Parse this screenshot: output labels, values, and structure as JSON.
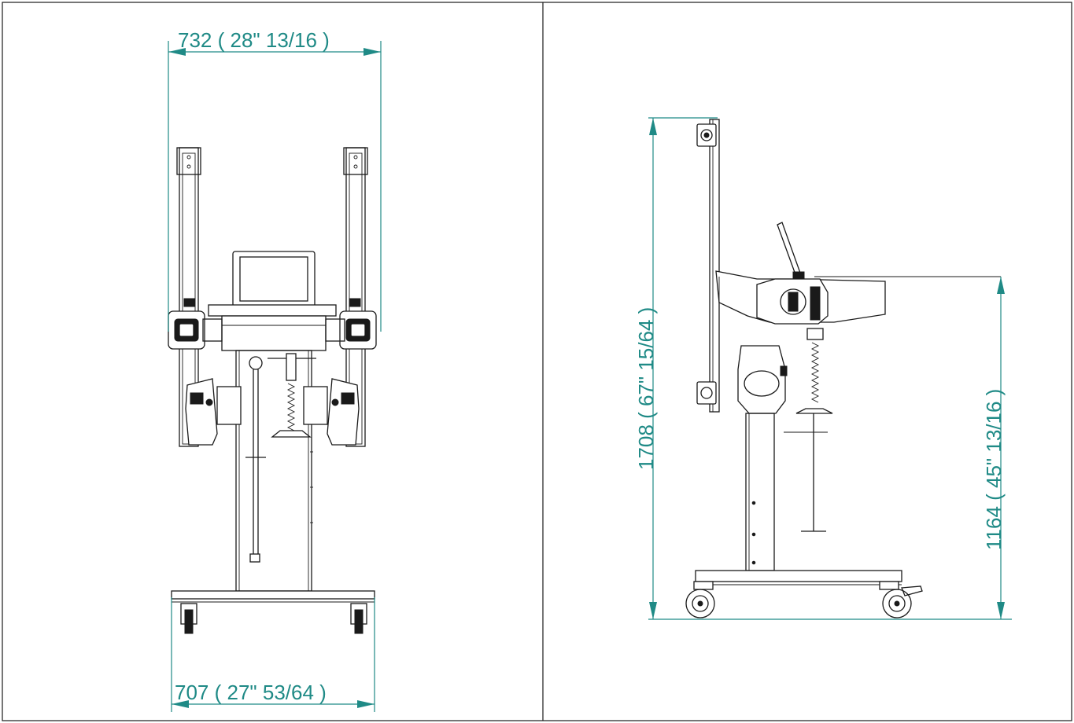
{
  "front_view": {
    "top_width_label": "732  ( 28\" 13/16 )",
    "base_width_label": "707 ( 27\" 53/64 )"
  },
  "side_view": {
    "total_height_label": "1708 ( 67\" 15/64 )",
    "table_height_label": "1164 ( 45\" 13/16 )"
  },
  "colors": {
    "dimension": "#1f8a86",
    "drawing": "#1a1a1a",
    "background": "#ffffff"
  }
}
